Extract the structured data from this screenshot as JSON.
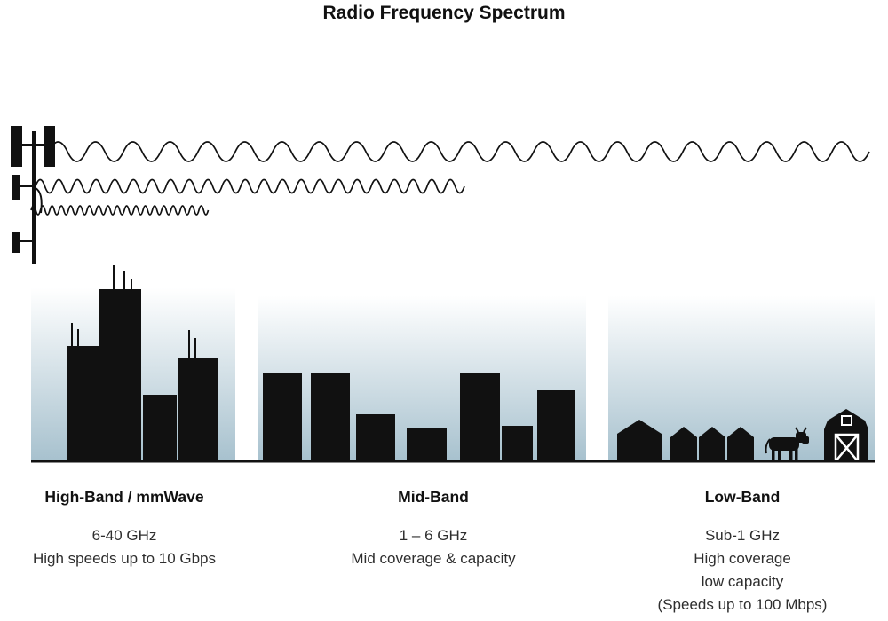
{
  "title": "Radio Frequency Spectrum",
  "colors": {
    "silhouette": "#111111",
    "sky_top": "#ffffff",
    "sky_bottom": "#a7c1ce",
    "wave": "#111111",
    "text": "#111111"
  },
  "bands": [
    {
      "id": "high-band",
      "label": "High-Band / mmWave",
      "lines": [
        "6-40 GHz",
        "High speeds up to 10 Gbps"
      ]
    },
    {
      "id": "mid-band",
      "label": "Mid-Band",
      "lines": [
        "1 – 6 GHz",
        "Mid coverage & capacity"
      ]
    },
    {
      "id": "low-band",
      "label": "Low-Band",
      "lines": [
        "Sub-1 GHz",
        "High coverage",
        "low capacity",
        "(Speeds up to 100 Mbps)"
      ]
    }
  ],
  "icons": [
    "cell-tower-icon",
    "low-frequency-wave-icon",
    "mid-frequency-wave-icon",
    "high-frequency-wave-icon",
    "city-skyline-icon",
    "midrise-skyline-icon",
    "houses-icon",
    "cow-icon",
    "barn-icon",
    "ground-line"
  ]
}
